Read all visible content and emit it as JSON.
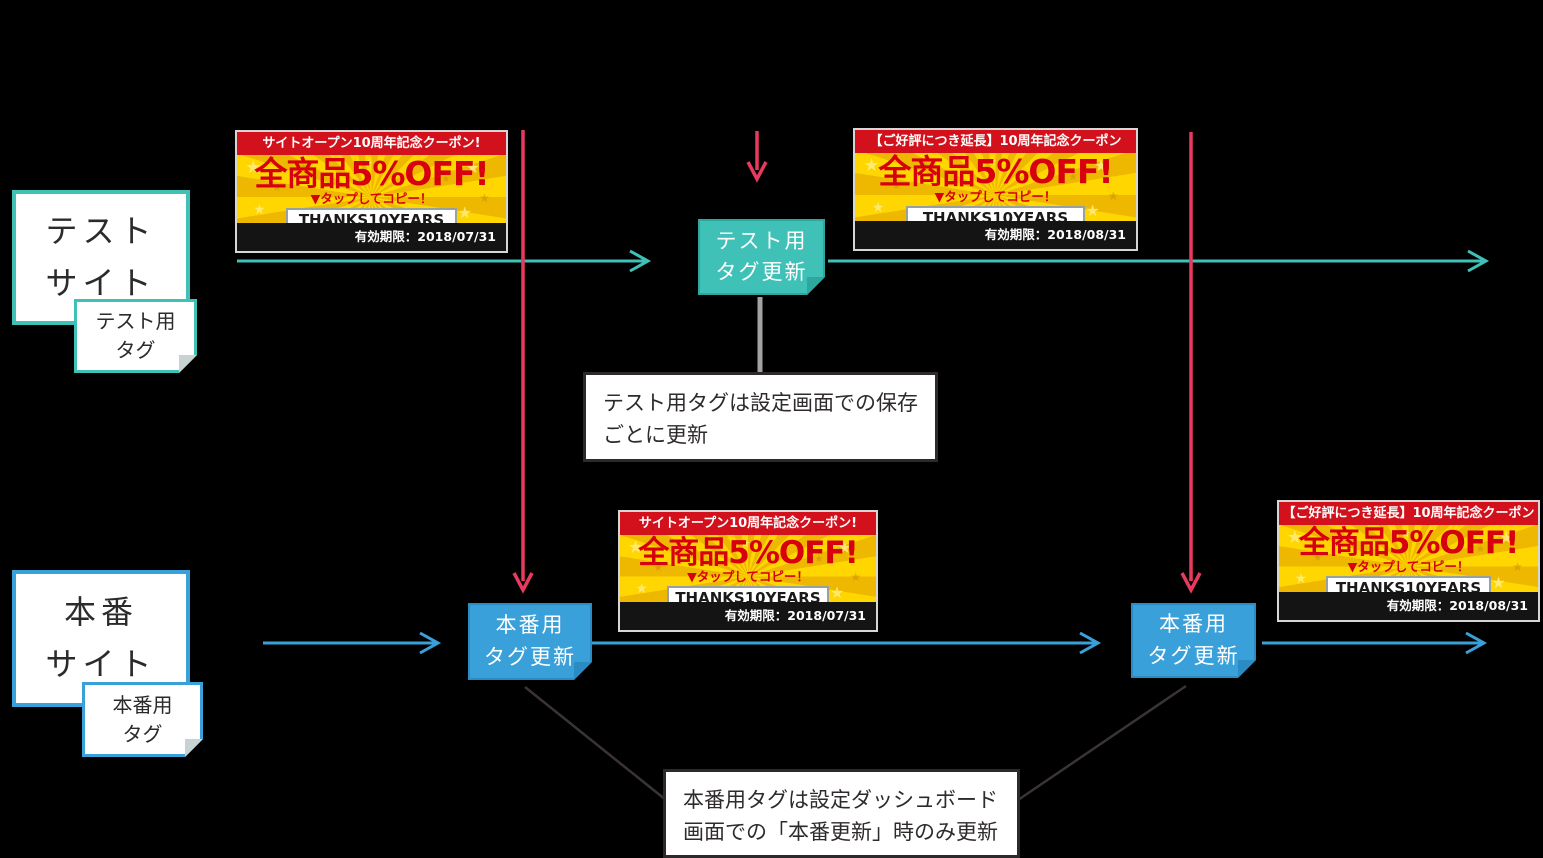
{
  "colors": {
    "teal": "#3FC1B7",
    "tealDark": "#2EA89E",
    "blue": "#3AA0DA",
    "blueDark": "#2B8CC4",
    "redArrow": "#E83A5F",
    "couponRed": "#D3111C",
    "couponYellowA": "#EFB800",
    "couponYellowB": "#FFD600",
    "offerRed": "#D6000F",
    "footerBlack": "#141414",
    "connectorGray": "#A3A3A3",
    "diagonalDark": "#3A3436"
  },
  "test_row": {
    "site_label_line1": "テスト",
    "site_label_line2": "サイト",
    "tag_note_line1": "テスト用",
    "tag_note_line2": "タグ",
    "update_box_line1": "テスト用",
    "update_box_line2": "タグ更新",
    "annotation_line1": "テスト用タグは設定画面での保存",
    "annotation_line2": "ごとに更新"
  },
  "prod_row": {
    "site_label_line1": "本番",
    "site_label_line2": "サイト",
    "tag_note_line1": "本番用",
    "tag_note_line2": "タグ",
    "update_left_line1": "本番用",
    "update_left_line2": "タグ更新",
    "update_right_line1": "本番用",
    "update_right_line2": "タグ更新",
    "annotation_line1": "本番用タグは設定ダッシュボード",
    "annotation_line2": "画面での「本番更新」時のみ更新"
  },
  "coupons": {
    "open10": {
      "header": "サイトオープン10周年記念クーポン!",
      "offer": "全商品5%OFF!",
      "tap_label": "▼タップしてコピー！",
      "code": "THANKS10YEARS",
      "expiry": "有効期限：2018/07/31"
    },
    "extended": {
      "header": "【ご好評につき延長】10周年記念クーポン",
      "offer": "全商品5%OFF!",
      "tap_label": "▼タップしてコピー！",
      "code": "THANKS10YEARS",
      "expiry": "有効期限：2018/08/31"
    }
  }
}
